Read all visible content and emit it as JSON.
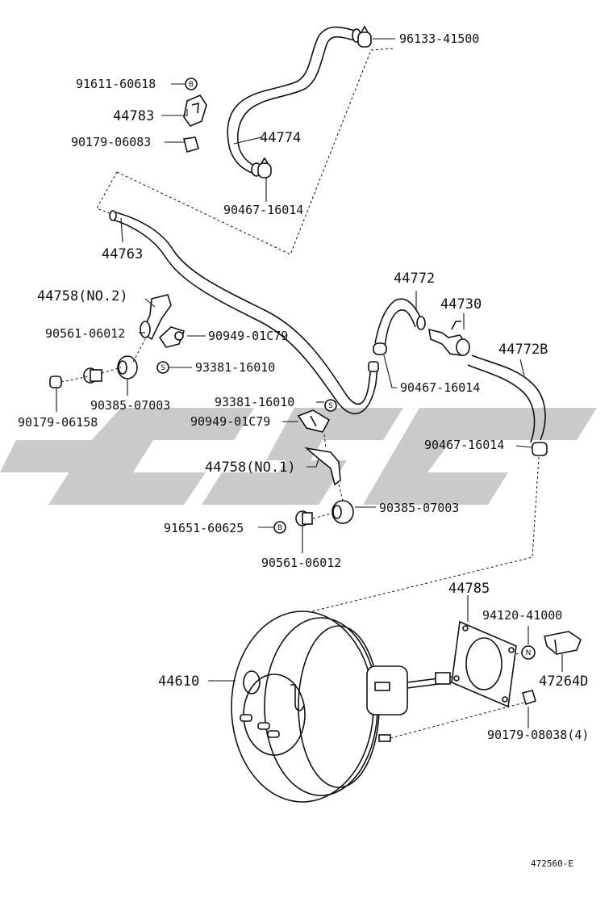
{
  "labels": {
    "p96133_41500": "96133-41500",
    "p91611_60618": "91611-60618",
    "p44783": "44783",
    "p44774": "44774",
    "p90179_06083": "90179-06083",
    "p90467_16014_a": "90467-16014",
    "p44763": "44763",
    "p44772": "44772",
    "p44730": "44730",
    "p44772B": "44772B",
    "p44758_no2": "44758(NO.2)",
    "p90561_06012_a": "90561-06012",
    "p90949_01C79_a": "90949-01C79",
    "p93381_16010_a": "93381-16010",
    "p90467_16014_b": "90467-16014",
    "p90179_06158": "90179-06158",
    "p90385_07003_a": "90385-07003",
    "p93381_16010_b": "93381-16010",
    "p90949_01C79_b": "90949-01C79",
    "p90467_16014_c": "90467-16014",
    "p44758_no1": "44758(NO.1)",
    "p90385_07003_b": "90385-07003",
    "p91651_60625": "91651-60625",
    "p90561_06012_b": "90561-06012",
    "p44785": "44785",
    "p94120_41000": "94120-41000",
    "p44610": "44610",
    "p47264D": "47264D",
    "p90179_08038": "90179-08038(4)",
    "diagram_id": "472560-E"
  },
  "symbols": {
    "bolt": "B",
    "screw": "S",
    "nut": "N"
  },
  "watermark": {
    "color": "#b9b9b9"
  }
}
